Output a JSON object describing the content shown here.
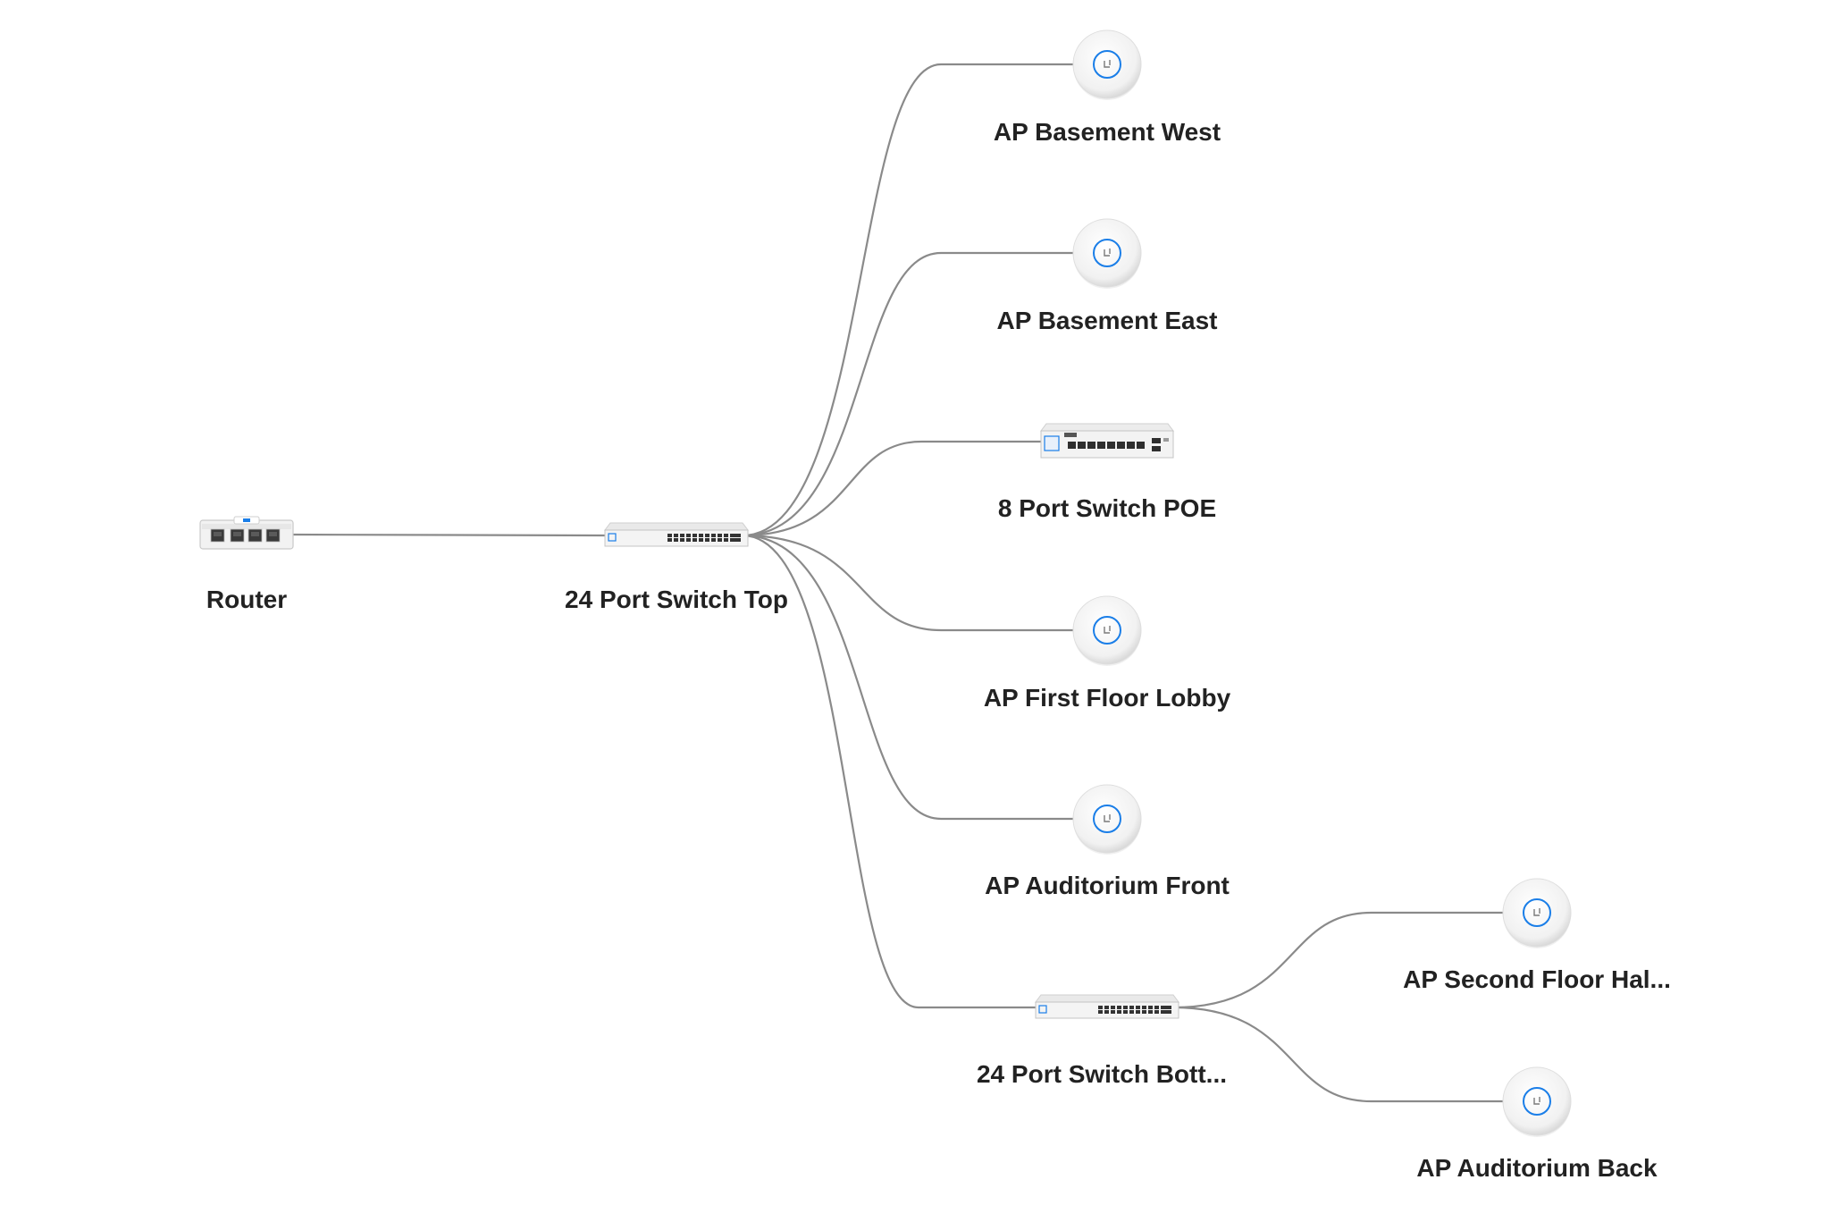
{
  "topology": {
    "link_color": "#8a8a8a",
    "accent_color": "#1a7ee8",
    "nodes": [
      {
        "id": "router",
        "label": "Router",
        "type": "router",
        "icon": "router-icon"
      },
      {
        "id": "sw24top",
        "label": "24 Port Switch Top",
        "type": "switch24",
        "icon": "switch-24-port-icon"
      },
      {
        "id": "ap-bw",
        "label": "AP Basement West",
        "type": "ap",
        "icon": "access-point-icon"
      },
      {
        "id": "ap-be",
        "label": "AP Basement East",
        "type": "ap",
        "icon": "access-point-icon"
      },
      {
        "id": "sw8poe",
        "label": "8 Port Switch POE",
        "type": "switch8",
        "icon": "switch-8-port-icon"
      },
      {
        "id": "ap-ffl",
        "label": "AP First Floor Lobby",
        "type": "ap",
        "icon": "access-point-icon"
      },
      {
        "id": "ap-af",
        "label": "AP Auditorium Front",
        "type": "ap",
        "icon": "access-point-icon"
      },
      {
        "id": "sw24bot",
        "label": "24 Port Switch Bott...",
        "type": "switch24",
        "icon": "switch-24-port-icon"
      },
      {
        "id": "ap-sfh",
        "label": "AP Second Floor Hal...",
        "type": "ap",
        "icon": "access-point-icon"
      },
      {
        "id": "ap-ab",
        "label": "AP Auditorium Back",
        "type": "ap",
        "icon": "access-point-icon"
      }
    ],
    "links": [
      {
        "from": "router",
        "to": "sw24top"
      },
      {
        "from": "sw24top",
        "to": "ap-bw"
      },
      {
        "from": "sw24top",
        "to": "ap-be"
      },
      {
        "from": "sw24top",
        "to": "sw8poe"
      },
      {
        "from": "sw24top",
        "to": "ap-ffl"
      },
      {
        "from": "sw24top",
        "to": "ap-af"
      },
      {
        "from": "sw24top",
        "to": "sw24bot"
      },
      {
        "from": "sw24bot",
        "to": "ap-sfh"
      },
      {
        "from": "sw24bot",
        "to": "ap-ab"
      }
    ]
  }
}
